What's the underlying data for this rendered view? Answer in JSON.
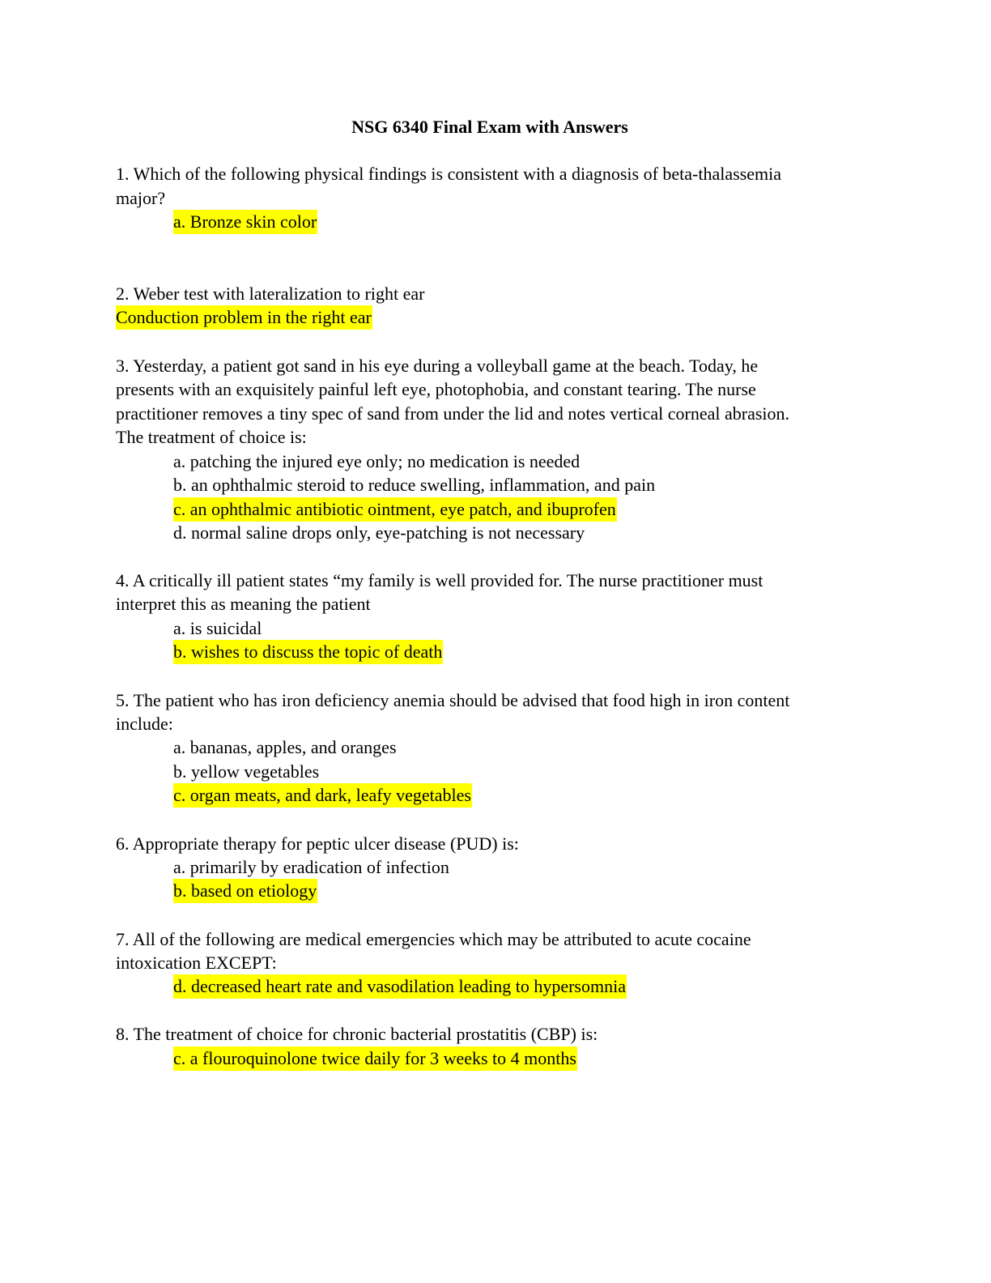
{
  "document": {
    "title": "NSG 6340 Final Exam with Answers",
    "highlight_color": "#ffff00",
    "questions": [
      {
        "number": 1,
        "lines": [
          "1. Which of the following physical findings is consistent with a diagnosis of beta-thalassemia",
          "major?"
        ],
        "options": [
          {
            "text": "a. Bronze skin color",
            "correct": true
          }
        ]
      },
      {
        "number": 2,
        "lines": [
          "2. Weber test with lateralization to right ear"
        ],
        "answer": {
          "text": "Conduction problem in the right ear",
          "correct": true
        }
      },
      {
        "number": 3,
        "lines": [
          "3. Yesterday, a patient got sand in his eye during a volleyball game at the beach. Today, he",
          "presents with an exquisitely painful left eye, photophobia, and constant tearing. The nurse",
          "practitioner removes a tiny spec of sand from under the lid and notes vertical corneal abrasion.",
          "The treatment of choice is:"
        ],
        "options": [
          {
            "text": "a. patching the injured eye only; no medication is needed",
            "correct": false
          },
          {
            "text": "b. an ophthalmic steroid to reduce swelling, inflammation, and pain",
            "correct": false
          },
          {
            "text": "c. an ophthalmic antibiotic ointment, eye patch, and ibuprofen",
            "correct": true
          },
          {
            "text": "d. normal saline drops only, eye-patching is not necessary",
            "correct": false
          }
        ]
      },
      {
        "number": 4,
        "lines": [
          "4. A critically ill patient states “my family is well provided for. The nurse practitioner must",
          "interpret this as meaning the patient"
        ],
        "options": [
          {
            "text": "a. is suicidal",
            "correct": false
          },
          {
            "text": "b. wishes to discuss the topic of death",
            "correct": true
          }
        ]
      },
      {
        "number": 5,
        "lines": [
          "5. The patient who has iron deficiency anemia should be advised that food high in iron content",
          "include:"
        ],
        "options": [
          {
            "text": "a. bananas, apples, and oranges",
            "correct": false
          },
          {
            "text": "b. yellow vegetables",
            "correct": false
          },
          {
            "text": "c. organ meats, and dark, leafy vegetables",
            "correct": true
          }
        ]
      },
      {
        "number": 6,
        "lines": [
          "6. Appropriate therapy for peptic ulcer disease (PUD) is:"
        ],
        "options": [
          {
            "text": "a. primarily by eradication of infection",
            "correct": false
          },
          {
            "text": "b. based on etiology",
            "correct": true
          }
        ]
      },
      {
        "number": 7,
        "lines": [
          "7. All of the following are medical emergencies which may be attributed to acute cocaine",
          "intoxication EXCEPT:"
        ],
        "options": [
          {
            "text": "d. decreased heart rate and vasodilation leading to hypersomnia",
            "correct": true
          }
        ]
      },
      {
        "number": 8,
        "lines": [
          "8. The treatment of choice for chronic bacterial prostatitis (CBP) is:"
        ],
        "options": [
          {
            "text": "c. a flouroquinolone twice daily for 3 weeks to 4 months",
            "correct": true
          }
        ]
      }
    ]
  }
}
